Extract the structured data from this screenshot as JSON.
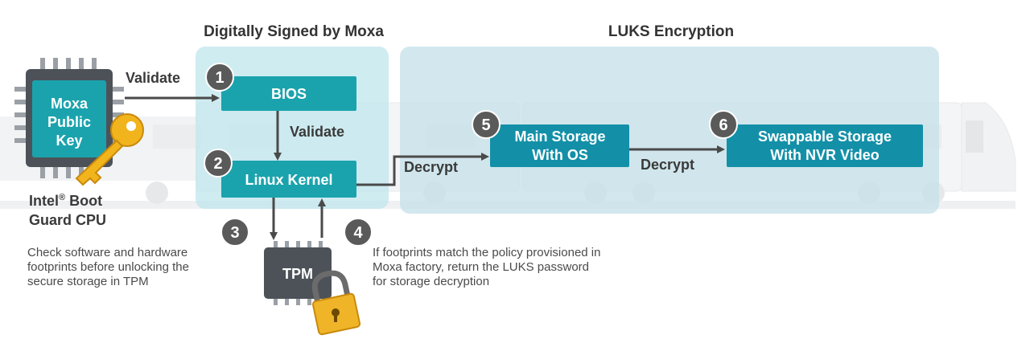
{
  "headers": {
    "signed": "Digitally Signed by Moxa",
    "luks": "LUKS Encryption"
  },
  "cpu": {
    "label_lines": [
      "Moxa",
      "Public",
      "Key"
    ],
    "caption_line1": "Intel",
    "caption_reg": "®",
    "caption_line1_rest": " Boot",
    "caption_line2": "Guard CPU"
  },
  "steps": {
    "bios": {
      "number": "1",
      "label": "BIOS"
    },
    "kernel": {
      "number": "2",
      "label": "Linux Kernel"
    },
    "tpm_check": {
      "number": "3"
    },
    "tpm_return": {
      "number": "4"
    },
    "main_storage": {
      "number": "5",
      "label_lines": [
        "Main Storage",
        "With OS"
      ]
    },
    "swap_storage": {
      "number": "6",
      "label_lines": [
        "Swappable Storage",
        "With NVR Video"
      ]
    }
  },
  "tpm": {
    "label": "TPM"
  },
  "edges": {
    "cpu_to_bios": "Validate",
    "bios_to_kernel": "Validate",
    "kernel_to_main": "Decrypt",
    "main_to_swap": "Decrypt"
  },
  "descriptions": {
    "step3": [
      "Check software and hardware",
      "footprints before unlocking the",
      "secure storage in TPM"
    ],
    "step4": [
      "If footprints match the policy provisioned in",
      "Moxa factory, return the LUKS password",
      "for storage decryption"
    ]
  },
  "colors": {
    "teal_box": "#1aa3ad",
    "dark_teal_box": "#1390a8",
    "step_circle": "#5a5a5a",
    "chip": "#4d5259",
    "key": "#f2b41c",
    "lock": "#f0b429",
    "signed_region": "#bfe6ec",
    "luks_region": "#c4e0e8",
    "arrow": "#4a4a4a"
  }
}
